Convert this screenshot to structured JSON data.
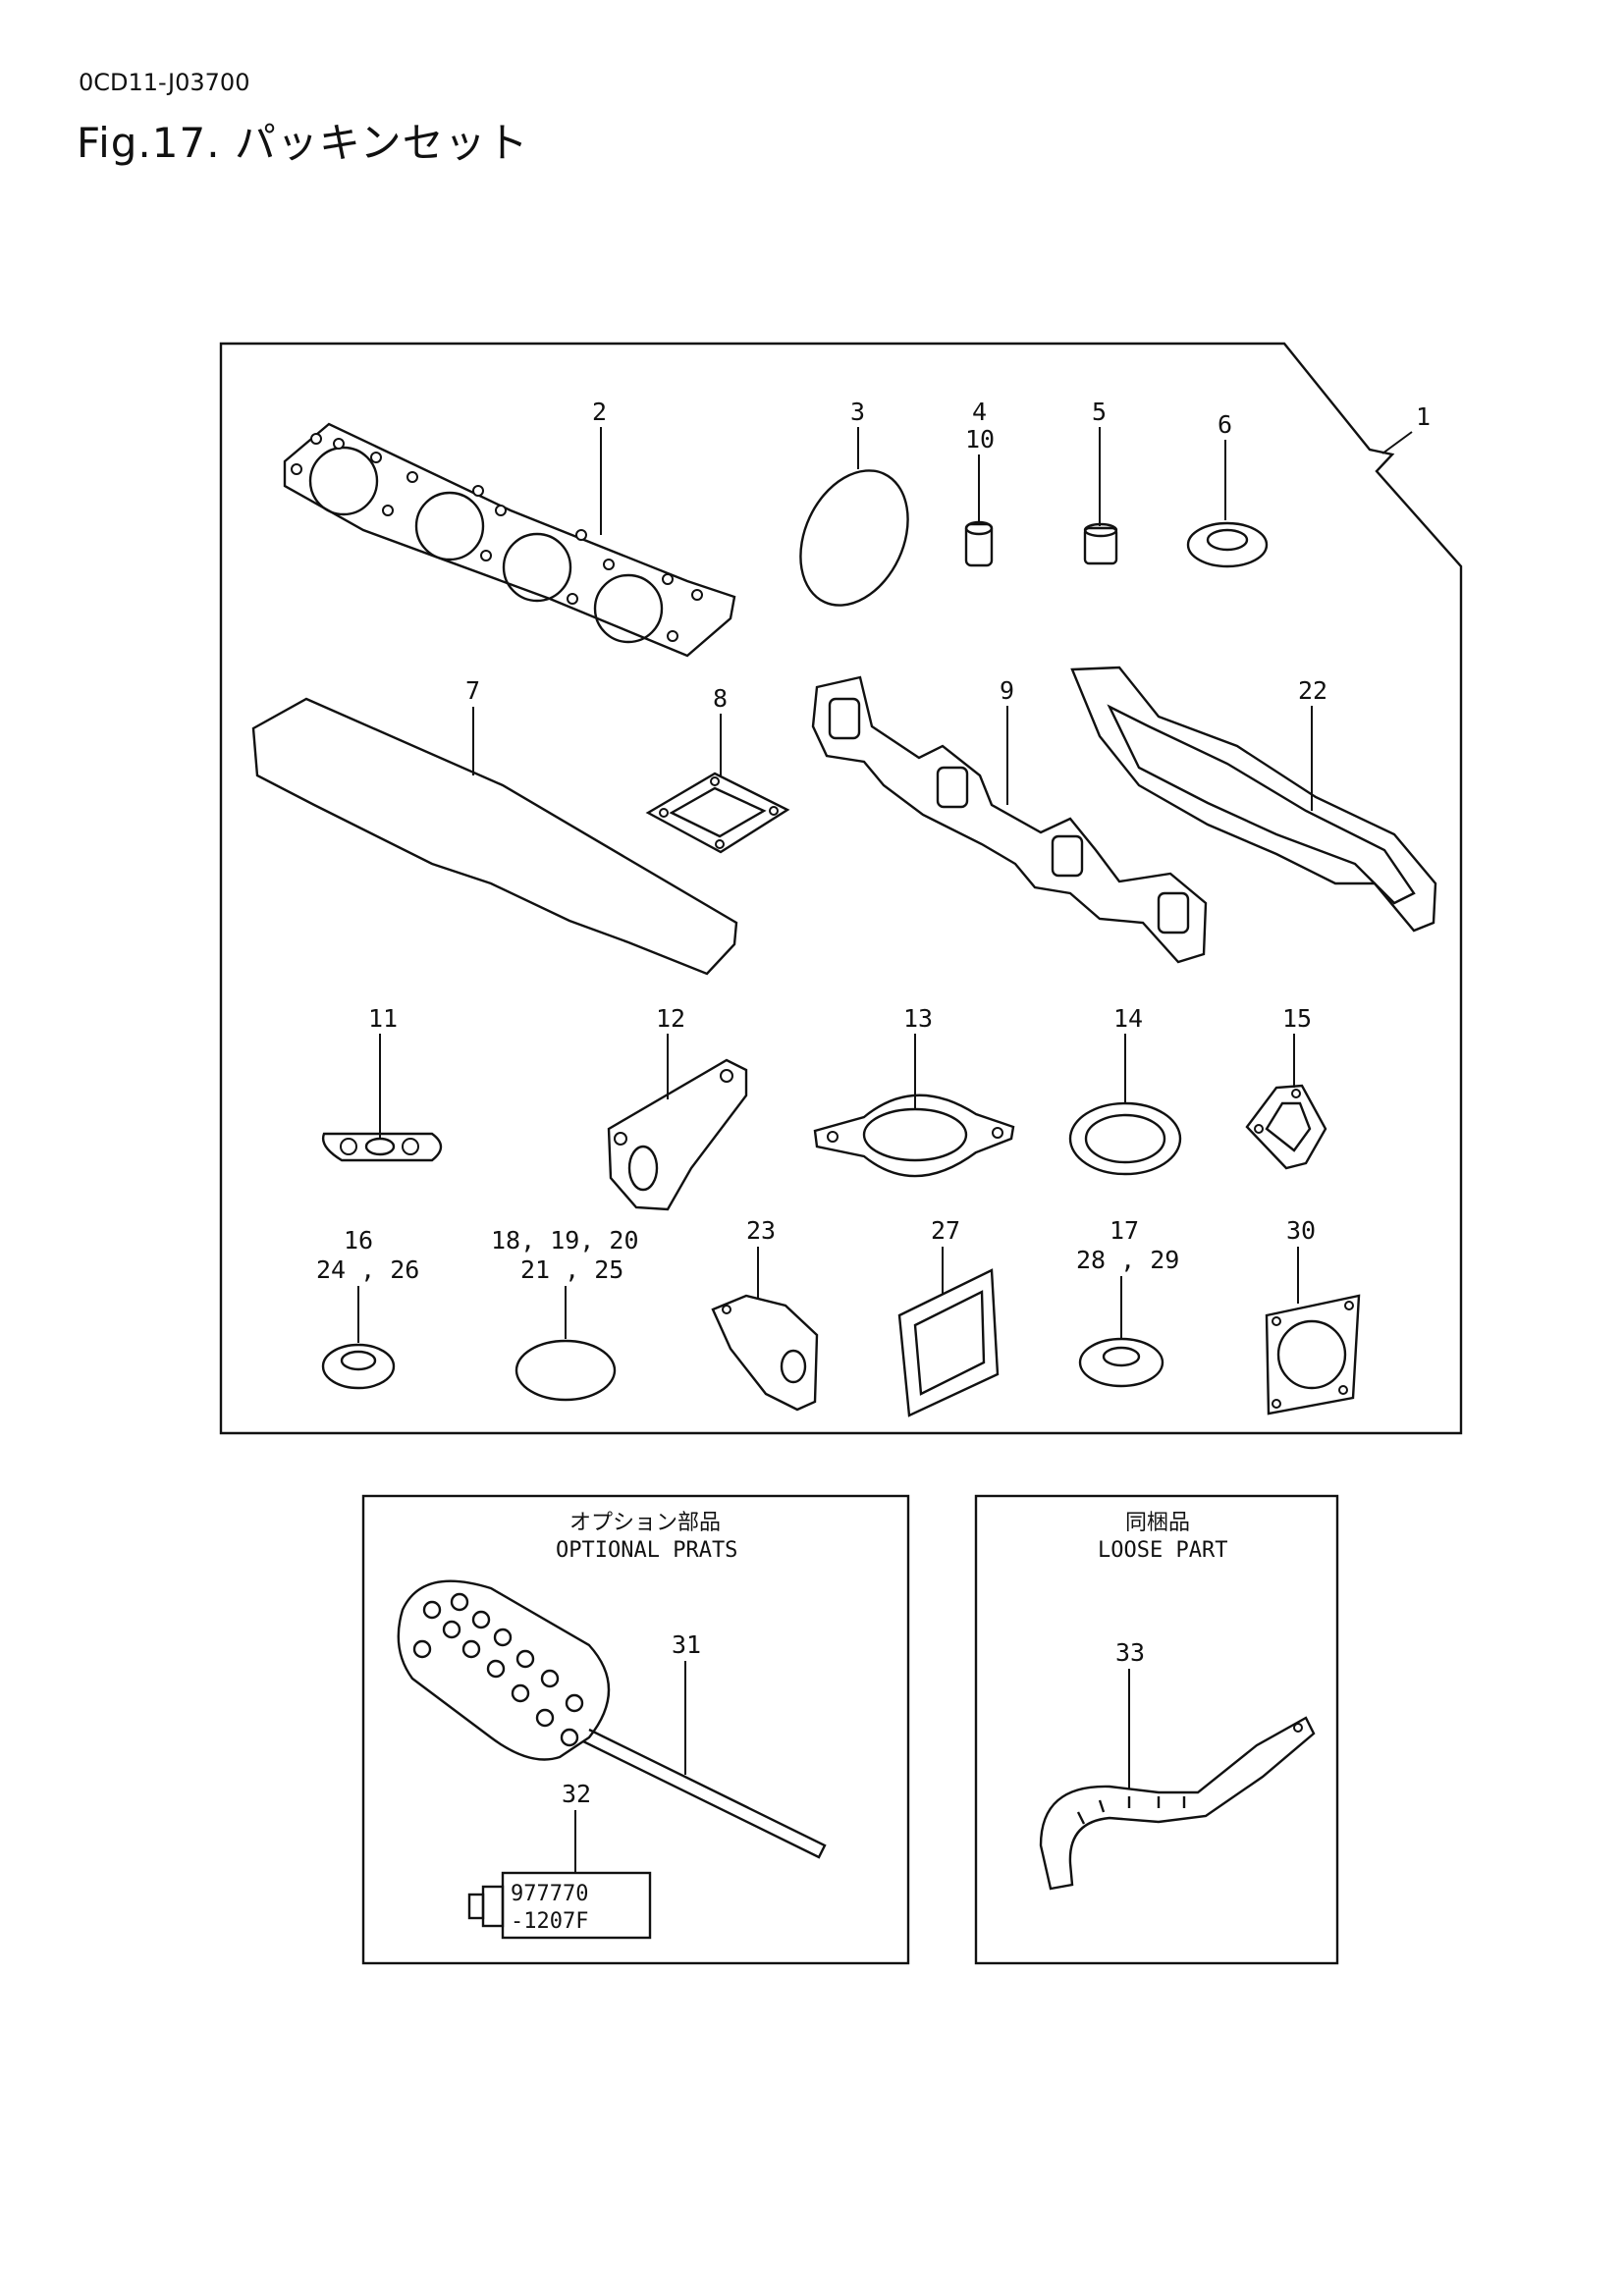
{
  "document": {
    "code": "0CD11-J03700",
    "figure_title": "Fig.17.  パッキンセット"
  },
  "main_group": {
    "callout": "1",
    "parts": {
      "p2": "2",
      "p3": "3",
      "p4": "4",
      "p10": "10",
      "p5": "5",
      "p6": "6",
      "p7": "7",
      "p8": "8",
      "p9": "9",
      "p22": "22",
      "p11": "11",
      "p12": "12",
      "p13": "13",
      "p14": "14",
      "p15": "15",
      "p16a": "16",
      "p16b": "24 , 26",
      "p18a": "18, 19, 20",
      "p18b": "21 , 25",
      "p23": "23",
      "p27": "27",
      "p17a": "17",
      "p17b": "28 , 29",
      "p30": "30"
    }
  },
  "optional_box": {
    "title_jp": "オプション部品",
    "title_en": "OPTIONAL PRATS",
    "p31": "31",
    "p32": "32",
    "tube_text_1": "977770",
    "tube_text_2": "-1207F"
  },
  "loose_box": {
    "title_jp": "同梱品",
    "title_en": "LOOSE PART",
    "p33": "33"
  }
}
